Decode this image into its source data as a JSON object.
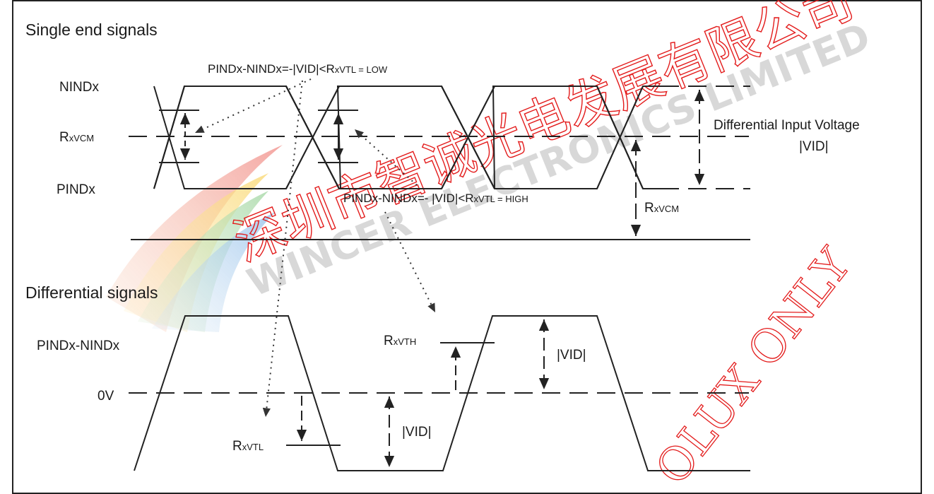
{
  "sections": {
    "single_end_title": "Single end signals",
    "differential_title": "Differential signals"
  },
  "single_end": {
    "nind_label": "NINDx",
    "pind_label": "PINDx",
    "rxvcm_left": {
      "main": "R",
      "sub": "xVCM"
    },
    "annotation_low": {
      "text": "PINDx-NINDx=-|VID|<R",
      "sub": "xVTL",
      "tail": " = LOW"
    },
    "annotation_high": {
      "text": "PINDx-NINDx=- |VID|<R",
      "sub": "xVTL",
      "tail": " = HIGH"
    },
    "diff_input_voltage": "Differential Input Voltage",
    "vid_label": "|VID|",
    "rxvcm_right": {
      "main": "R",
      "sub": "xVCM"
    }
  },
  "differential": {
    "signal_label": "PINDx-NINDx",
    "zero_label": "0V",
    "rxvth": {
      "main": "R",
      "sub": "xVTH"
    },
    "rxvtl": {
      "main": "R",
      "sub": "xVTL"
    },
    "vid_upper": "|VID|",
    "vid_lower": "|VID|"
  },
  "watermarks": {
    "chinese": "深圳市智诚光电发展有限公司",
    "english": "WINCER ELECTRONICS LIMITED",
    "red_diag": "OLUX ONLY"
  }
}
